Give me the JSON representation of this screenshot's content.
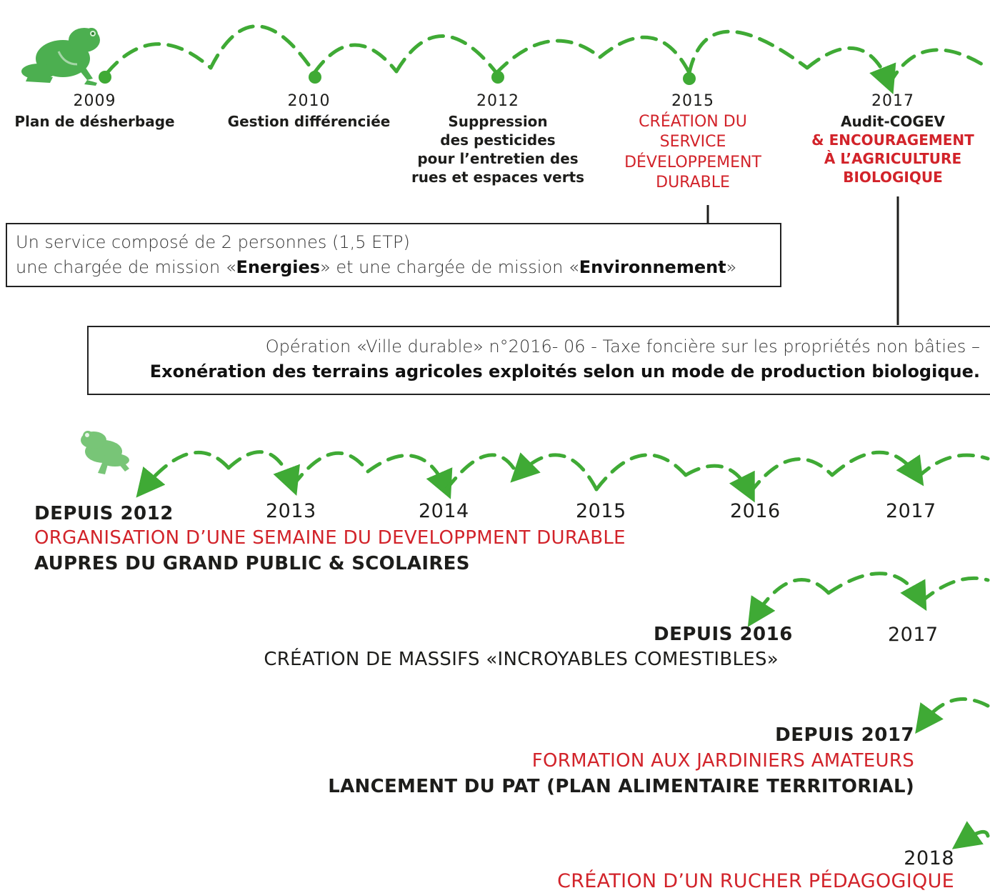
{
  "colors": {
    "green_arrow": "#3faa35",
    "frog_green": "#4caf50",
    "accent_red": "#d2232a",
    "text_black": "#1d1d1b"
  },
  "icons": [
    "frog-icon",
    "frog-small-icon"
  ],
  "timeline1": [
    {
      "year": "2009",
      "lines": [
        "Plan de désherbage"
      ]
    },
    {
      "year": "2010",
      "lines": [
        "Gestion différenciée"
      ]
    },
    {
      "year": "2012",
      "lines": [
        "Suppression",
        "des pesticides",
        "pour l’entretien des",
        "rues et espaces verts"
      ]
    },
    {
      "year": "2015",
      "red_lines": [
        "CRÉATION DU",
        "SERVICE",
        "DÉVELOPPEMENT",
        "DURABLE"
      ]
    },
    {
      "year": "2017",
      "lines": [
        "Audit-COGEV"
      ],
      "red_lines": [
        "& ENCOURAGEMENT",
        "À L’AGRICULTURE",
        "BIOLOGIQUE"
      ]
    }
  ],
  "service_box": {
    "line1": "Un service composé de 2 personnes (1,5 ETP)",
    "line2_a": "une chargée de mission «",
    "line2_b": "Energies",
    "line2_c": "» et une chargée de mission «",
    "line2_d": "Environnement",
    "line2_e": "»"
  },
  "operation_box": {
    "line1": "Opération «Ville durable» n°2016- 06  - Taxe foncière sur les propriétés non bâties –",
    "line2": "Exonération des terrains agricoles exploités selon un mode de production biologique."
  },
  "timeline2": {
    "years": [
      "DEPUIS 2012",
      "2013",
      "2014",
      "2015",
      "2016",
      "2017"
    ],
    "red_line": "ORGANISATION D’UNE SEMAINE DU DEVELOPPMENT DURABLE",
    "black_line": "AUPRES DU GRAND PUBLIC & SCOLAIRES"
  },
  "timeline3": {
    "years": [
      "DEPUIS 2016",
      "2017"
    ],
    "line": "CRÉATION DE MASSIFS «INCROYABLES COMESTIBLES»"
  },
  "timeline4": {
    "year": "DEPUIS 2017",
    "red_line": "FORMATION AUX JARDINIERS AMATEURS",
    "black_line": "LANCEMENT DU PAT (PLAN ALIMENTAIRE TERRITORIAL)"
  },
  "timeline5": {
    "year": "2018",
    "red_line": "CRÉATION D’UN RUCHER PÉDAGOGIQUE"
  }
}
